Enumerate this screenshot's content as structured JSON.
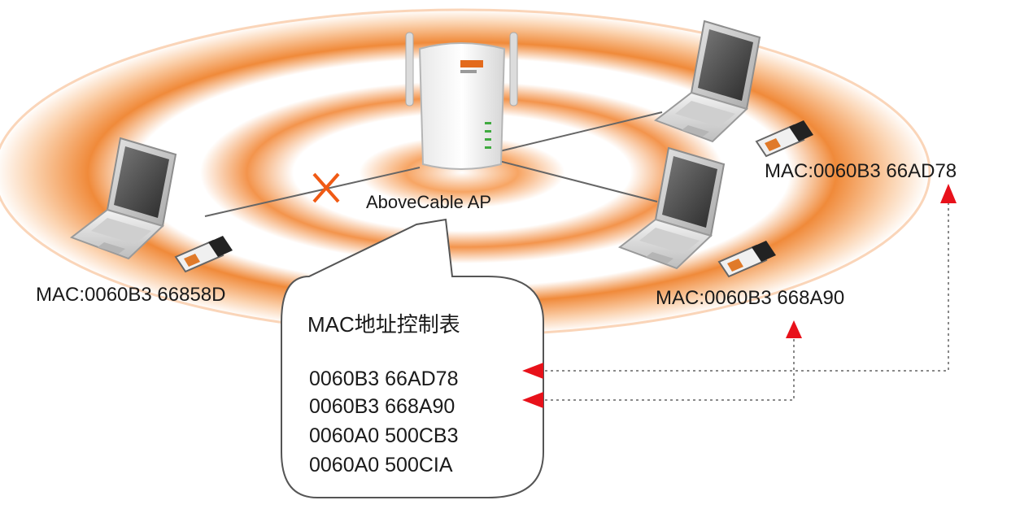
{
  "access_point": {
    "label": "AboveCable AP"
  },
  "devices": [
    {
      "id": "left",
      "mac_label": "MAC:0060B3 66858D",
      "connected": false
    },
    {
      "id": "top-right",
      "mac_label": "MAC:0060B3 66AD78",
      "connected": true
    },
    {
      "id": "middle-right",
      "mac_label": "MAC:0060B3 668A90",
      "connected": true
    }
  ],
  "mac_table": {
    "title": "MAC地址控制表",
    "entries": [
      "0060B3 66AD78",
      "0060B3 668A90",
      "0060A0 500CB3",
      "0060A0 500CIA"
    ]
  },
  "colors": {
    "ring": "#f08a3a",
    "arrow": "#e8111a",
    "blocked": "#f05a14"
  }
}
